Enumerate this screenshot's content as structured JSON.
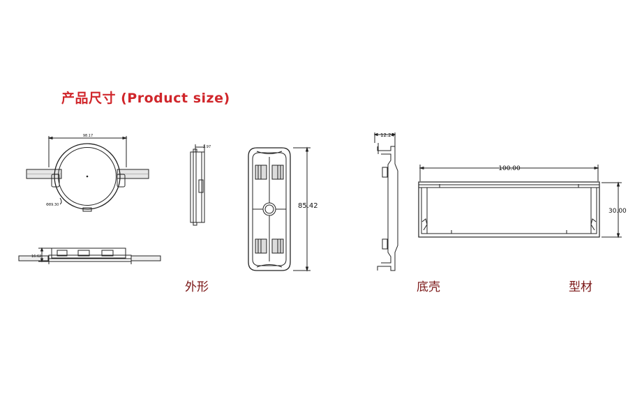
{
  "title": "产品尺寸 (Product size)",
  "captions": {
    "shape": "外形",
    "base": "底壳",
    "profile": "型材"
  },
  "dimensions": {
    "circle_width": "98.17",
    "circle_diameter": "Φ89.30",
    "side_thickness": "3.97",
    "side_height": "16.62",
    "module_length": "85.42",
    "base_width": "12.24",
    "profile_length": "100.00",
    "profile_height": "30.00"
  }
}
